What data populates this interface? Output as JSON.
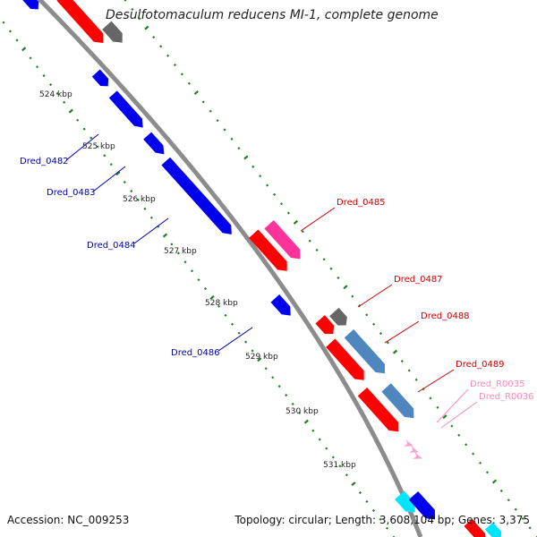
{
  "title": "Desulfotomaculum reducens MI-1, complete genome",
  "footer": {
    "accession": "Accession: NC_009253",
    "summary": "Topology: circular; Length: 3,608,104 bp; Genes: 3,375"
  },
  "colors": {
    "backbone": "#8c8c8c",
    "tick_dots": "#1f7f1f",
    "forward_red": "#ff0000",
    "reverse_blue": "#0000ee",
    "pink": "#ff3399",
    "steelblue": "#4f86c0",
    "gray": "#666666",
    "cyan": "#00e5ff",
    "light_pink": "#ff9ed0",
    "label_blue": "#0000aa",
    "label_red": "#cc0000",
    "label_pink": "#ff88bb"
  },
  "ticks": [
    {
      "label": "524 kbp"
    },
    {
      "label": "525 kbp"
    },
    {
      "label": "526 kbp"
    },
    {
      "label": "527 kbp"
    },
    {
      "label": "528 kbp"
    },
    {
      "label": "529 kbp"
    },
    {
      "label": "530 kbp"
    },
    {
      "label": "531 kbp"
    }
  ],
  "gene_labels": [
    {
      "name": "Dred_0482",
      "color": "#0000aa"
    },
    {
      "name": "Dred_0483",
      "color": "#0000aa"
    },
    {
      "name": "Dred_0484",
      "color": "#0000aa"
    },
    {
      "name": "Dred_0485",
      "color": "#cc0000"
    },
    {
      "name": "Dred_0486",
      "color": "#0000aa"
    },
    {
      "name": "Dred_0487",
      "color": "#cc0000"
    },
    {
      "name": "Dred_0488",
      "color": "#cc0000"
    },
    {
      "name": "Dred_0489",
      "color": "#cc0000"
    },
    {
      "name": "Dred_R0035",
      "color": "#ff88bb"
    },
    {
      "name": "Dred_R0036",
      "color": "#ff88bb"
    }
  ]
}
